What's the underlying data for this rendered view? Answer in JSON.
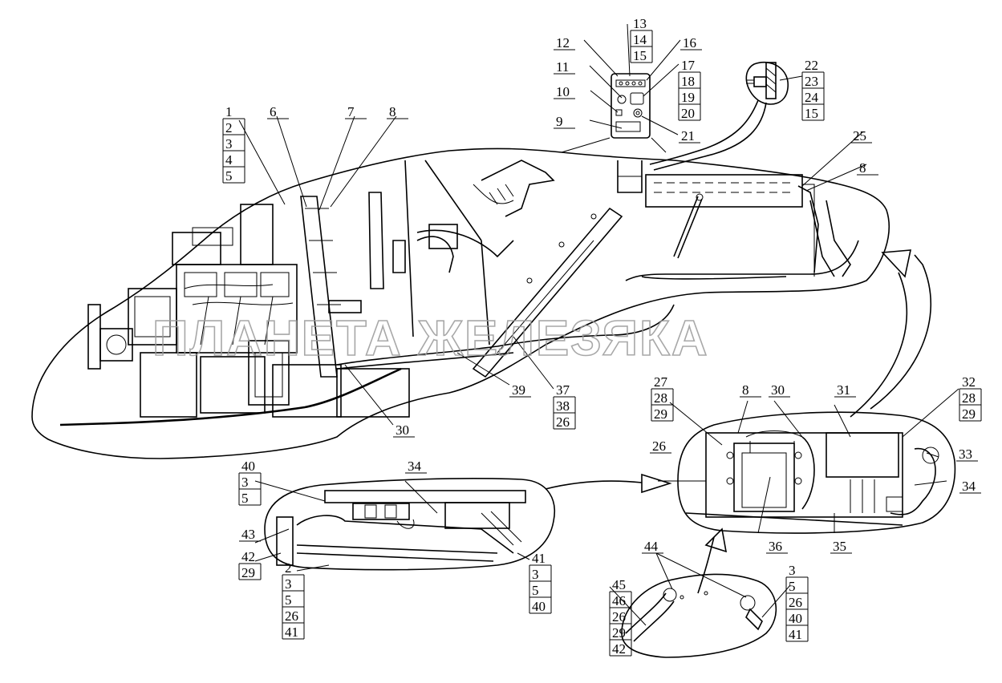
{
  "watermark": "ПЛАНЕТА ЖЕЛЕЗЯКА",
  "callouts": [
    {
      "id": "c1",
      "lines": [
        "1",
        "2",
        "3",
        "4",
        "5"
      ]
    },
    {
      "id": "c6",
      "lines": [
        "6"
      ]
    },
    {
      "id": "c7",
      "lines": [
        "7"
      ]
    },
    {
      "id": "c8a",
      "lines": [
        "8"
      ]
    },
    {
      "id": "c9",
      "lines": [
        "9"
      ]
    },
    {
      "id": "c10",
      "lines": [
        "10"
      ]
    },
    {
      "id": "c11",
      "lines": [
        "11"
      ]
    },
    {
      "id": "c12",
      "lines": [
        "12"
      ]
    },
    {
      "id": "c13",
      "lines": [
        "13",
        "14",
        "15"
      ]
    },
    {
      "id": "c16",
      "lines": [
        "16"
      ]
    },
    {
      "id": "c17",
      "lines": [
        "17",
        "18",
        "19",
        "20"
      ]
    },
    {
      "id": "c21",
      "lines": [
        "21"
      ]
    },
    {
      "id": "c22",
      "lines": [
        "22",
        "23",
        "24",
        "15"
      ]
    },
    {
      "id": "c25",
      "lines": [
        "25"
      ]
    },
    {
      "id": "c8b",
      "lines": [
        "8"
      ]
    },
    {
      "id": "c39",
      "lines": [
        "39"
      ]
    },
    {
      "id": "c37",
      "lines": [
        "37",
        "38",
        "26"
      ]
    },
    {
      "id": "c30a",
      "lines": [
        "30"
      ]
    },
    {
      "id": "c27",
      "lines": [
        "27",
        "28",
        "29"
      ]
    },
    {
      "id": "c8c",
      "lines": [
        "8"
      ]
    },
    {
      "id": "c30b",
      "lines": [
        "30"
      ]
    },
    {
      "id": "c31",
      "lines": [
        "31"
      ]
    },
    {
      "id": "c32",
      "lines": [
        "32",
        "28",
        "29"
      ]
    },
    {
      "id": "c26",
      "lines": [
        "26"
      ]
    },
    {
      "id": "c33",
      "lines": [
        "33"
      ]
    },
    {
      "id": "c34a",
      "lines": [
        "34"
      ]
    },
    {
      "id": "c36",
      "lines": [
        "36"
      ]
    },
    {
      "id": "c35",
      "lines": [
        "35"
      ]
    },
    {
      "id": "c40",
      "lines": [
        "40",
        "3",
        "5"
      ]
    },
    {
      "id": "c34b",
      "lines": [
        "34"
      ]
    },
    {
      "id": "c43",
      "lines": [
        "43"
      ]
    },
    {
      "id": "c42",
      "lines": [
        "42",
        "29"
      ]
    },
    {
      "id": "c2",
      "lines": [
        "2",
        "3",
        "5",
        "26",
        "41"
      ]
    },
    {
      "id": "c41",
      "lines": [
        "41",
        "3",
        "5",
        "40"
      ]
    },
    {
      "id": "c44",
      "lines": [
        "44"
      ]
    },
    {
      "id": "c45",
      "lines": [
        "45",
        "46",
        "26",
        "29",
        "42"
      ]
    },
    {
      "id": "c3",
      "lines": [
        "3",
        "5",
        "26",
        "40",
        "41"
      ]
    }
  ]
}
